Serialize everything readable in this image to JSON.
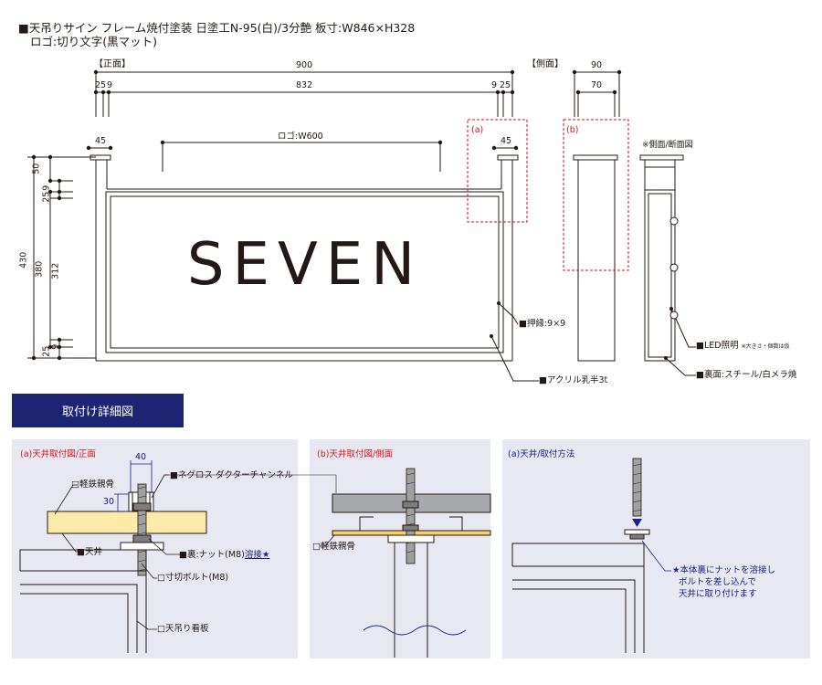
{
  "header": {
    "line1": "■天吊りサイン フレーム焼付塗装 日塗工N-95(白)/3分艶 板寸:W846×H328",
    "line2": "ロゴ:切り文字(黒マット)"
  },
  "front": {
    "section_label": "【正面】",
    "dim_total": "900",
    "dim_inner": "832",
    "dim_left_25": "25",
    "dim_left_9": "9",
    "dim_right_9": "9",
    "dim_right_25": "25",
    "dim_post_left": "45",
    "dim_post_right": "45",
    "logo_width": "ロゴ:W600",
    "logo_text": "SEVEN",
    "v_430": "430",
    "v_50": "50",
    "v_9a": "9",
    "v_25a": "25",
    "v_380": "380",
    "v_312": "312",
    "v_9b": "9",
    "v_25b": "25",
    "marker_a": "(a)",
    "label_osaebuchi": "■押縁:9×9",
    "label_acrylic": "■アクリル乳半3t"
  },
  "side": {
    "section_label": "【側面】",
    "dim_90": "90",
    "dim_70": "70",
    "marker_b": "(b)",
    "label_section": "※側面/断面図",
    "label_led": "■LED照明",
    "label_led_small": "※大きさ・個数は仮",
    "label_back": "■裏面:スチール/白メラ焼"
  },
  "details_title": "取付け詳細図",
  "panel_a": {
    "title": "(a)天井取付図/正面",
    "dim_40": "40",
    "dim_30": "30",
    "label_keitetsu": "□軽鉄親骨",
    "label_tenjo": "■天井",
    "label_channel": "■ネグロス ダクターチャンネル",
    "label_nut_main": "■裏:ナット(M8)",
    "label_nut_weld": "溶接★",
    "label_bolt": "□寸切ボルト(M8)",
    "label_sign": "□天吊り看板"
  },
  "panel_b": {
    "title": "(b)天井取付図/側面",
    "label_keitetsu": "□軽鉄親骨"
  },
  "panel_c": {
    "title": "(a)天井/取付方法",
    "note_1": "★本体裏にナットを溶接し",
    "note_2": "ボルトを差し込んで",
    "note_3": "天井に取り付けます"
  },
  "colors": {
    "navy": "#1d2473",
    "panel_bg": "#e8e8f3",
    "red": "#d2161d",
    "ceiling_yellow": "#fdeaa8",
    "rail_yellow": "#f4d06a",
    "channel_gray": "#a7a9ac",
    "bolt_gray": "#9fa0a0"
  }
}
